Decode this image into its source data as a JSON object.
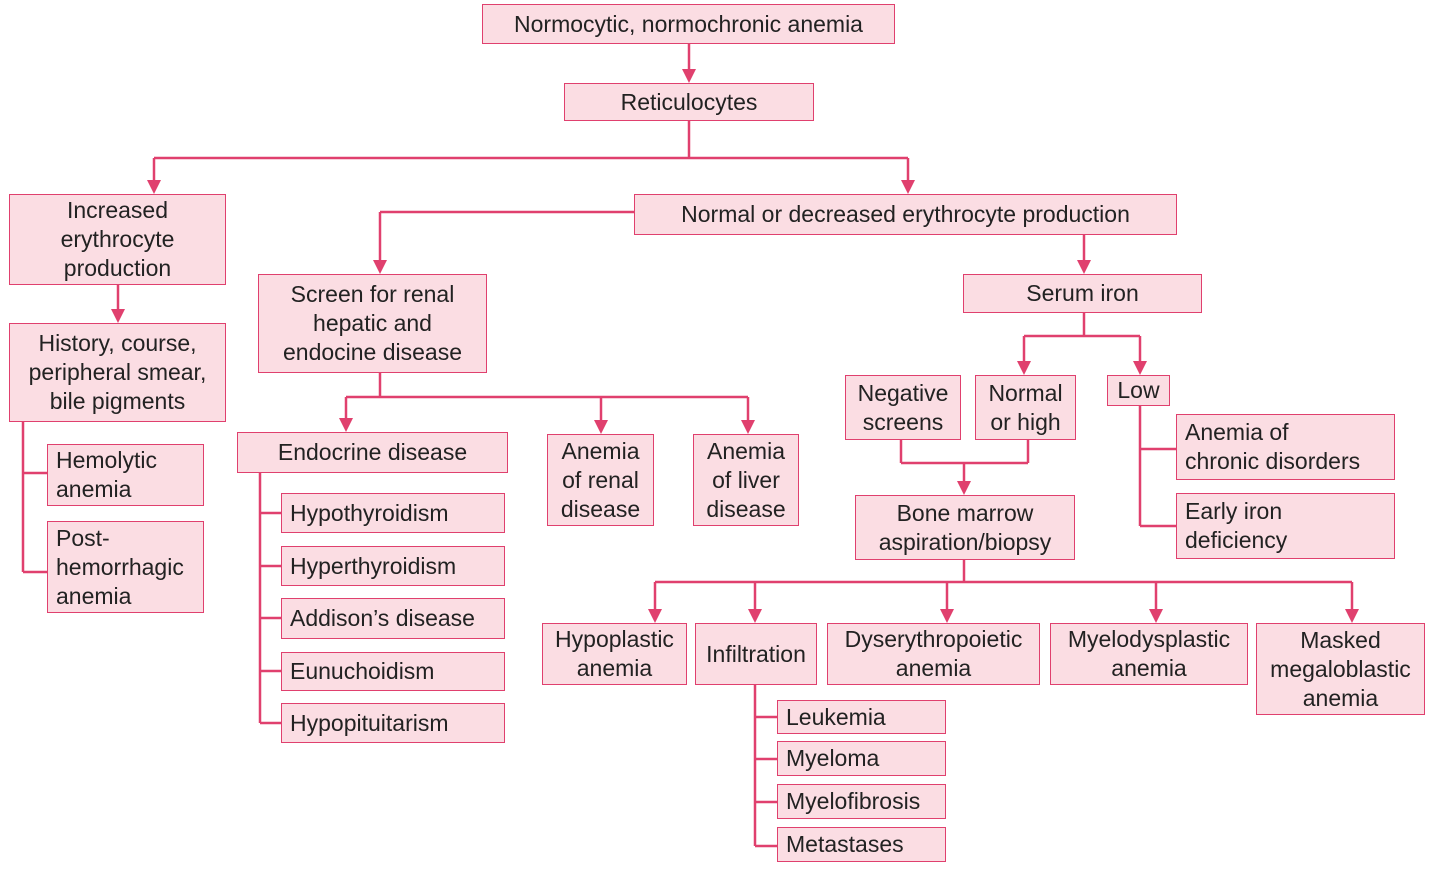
{
  "diagram": {
    "colors": {
      "line": "#e0406e",
      "box_fill": "#fbdde3",
      "text": "#222222"
    },
    "nodes": {
      "root": "Normocytic, normochronic anemia",
      "reticulocytes": "Reticulocytes",
      "increased_production": "Increased\nerythrocyte\nproduction",
      "history": "History, course,\nperipheral smear,\nbile pigments",
      "hemolytic": "Hemolytic\nanemia",
      "post_hemorrhagic": "Post-\nhemorrhagic\nanemia",
      "normal_decreased": "Normal or decreased erythrocyte production",
      "screen": "Screen for renal\nhepatic and\nendocine disease",
      "endocrine": "Endocrine disease",
      "hypothyroidism": "Hypothyroidism",
      "hyperthyroidism": "Hyperthyroidism",
      "addisons": "Addison’s disease",
      "eunuchoidism": "Eunuchoidism",
      "hypopituitarism": "Hypopituitarism",
      "renal_anemia": "Anemia\nof renal\ndisease",
      "liver_anemia": "Anemia\nof liver\ndisease",
      "serum_iron": "Serum iron",
      "negative_screens": "Negative\nscreens",
      "normal_high": "Normal\nor high",
      "low": "Low",
      "chronic_disorders": "Anemia of\nchronic disorders",
      "early_iron": "Early iron\ndeficiency",
      "bone_marrow": "Bone marrow\naspiration/biopsy",
      "hypoplastic": "Hypoplastic\nanemia",
      "infiltration": "Infiltration",
      "dyserythropoietic": "Dyserythropoietic\nanemia",
      "myelodysplastic": "Myelodysplastic\nanemia",
      "masked_megaloblastic": "Masked\nmegaloblastic\nanemia",
      "leukemia": "Leukemia",
      "myeloma": "Myeloma",
      "myelofibrosis": "Myelofibrosis",
      "metastases": "Metastases"
    }
  }
}
